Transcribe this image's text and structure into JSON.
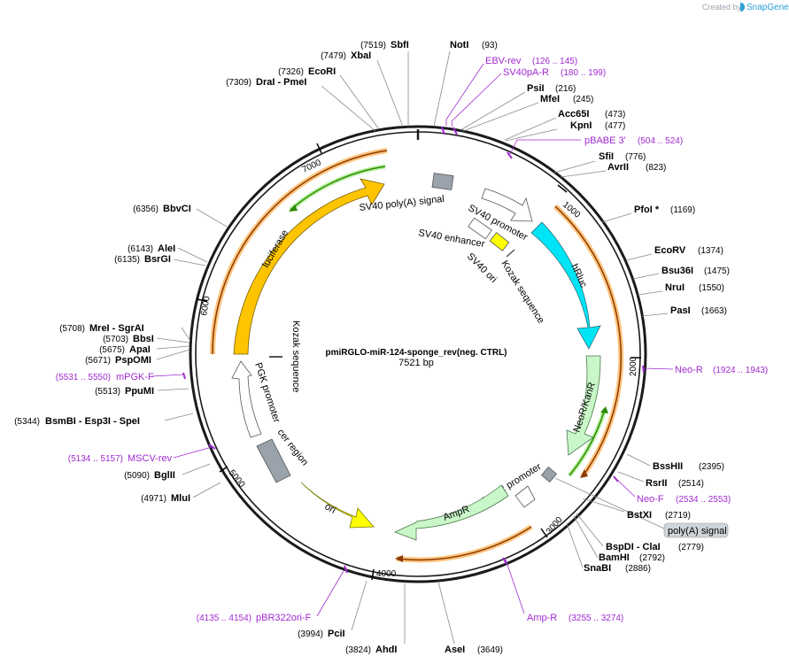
{
  "branding": {
    "created_by": "Created by",
    "logo_text": "SnapGene"
  },
  "plasmid": {
    "name": "pmiRGLO-miR-124-sponge_rev(neg. CTRL)",
    "length_label": "7521 bp"
  },
  "ticks": [
    "1000",
    "2000",
    "3000",
    "4000",
    "5000",
    "6000",
    "7000"
  ],
  "enzymes": [
    {
      "name": "SbfI",
      "pos": "(7519)"
    },
    {
      "name": "NotI",
      "pos": "(93)"
    },
    {
      "name": "XbaI",
      "pos": "(7479)"
    },
    {
      "name": "EcoRI",
      "pos": "(7326)"
    },
    {
      "name": "DraI - PmeI",
      "pos": "(7309)"
    },
    {
      "name": "PsiI",
      "pos": "(216)"
    },
    {
      "name": "MfeI",
      "pos": "(245)"
    },
    {
      "name": "Acc65I",
      "pos": "(473)"
    },
    {
      "name": "KpnI",
      "pos": "(477)"
    },
    {
      "name": "SfiI",
      "pos": "(776)"
    },
    {
      "name": "AvrII",
      "pos": "(823)"
    },
    {
      "name": "PfoI *",
      "pos": "(1169)"
    },
    {
      "name": "EcoRV",
      "pos": "(1374)"
    },
    {
      "name": "Bsu36I",
      "pos": "(1475)"
    },
    {
      "name": "NruI",
      "pos": "(1550)"
    },
    {
      "name": "PasI",
      "pos": "(1663)"
    },
    {
      "name": "BssHII",
      "pos": "(2395)"
    },
    {
      "name": "RsrII",
      "pos": "(2514)"
    },
    {
      "name": "BstXI",
      "pos": "(2719)"
    },
    {
      "name": "BspDI - ClaI",
      "pos": "(2779)"
    },
    {
      "name": "BamHI",
      "pos": "(2792)"
    },
    {
      "name": "SnaBI",
      "pos": "(2886)"
    },
    {
      "name": "AseI",
      "pos": "(3649)"
    },
    {
      "name": "AhdI",
      "pos": "(3824)"
    },
    {
      "name": "PciI",
      "pos": "(3994)"
    },
    {
      "name": "MluI",
      "pos": "(4971)"
    },
    {
      "name": "BglII",
      "pos": "(5090)"
    },
    {
      "name": "BsmBI - Esp3I - SpeI",
      "pos": "(5344)"
    },
    {
      "name": "PpuMI",
      "pos": "(5513)"
    },
    {
      "name": "PspOMI",
      "pos": "(5671)"
    },
    {
      "name": "ApaI",
      "pos": "(5675)"
    },
    {
      "name": "BbsI",
      "pos": "(5703)"
    },
    {
      "name": "MreI - SgrAI",
      "pos": "(5708)"
    },
    {
      "name": "BsrGI",
      "pos": "(6135)"
    },
    {
      "name": "AleI",
      "pos": "(6143)"
    },
    {
      "name": "BbvCI",
      "pos": "(6356)"
    }
  ],
  "primers": [
    {
      "name": "EBV-rev",
      "range": "(126 .. 145)"
    },
    {
      "name": "SV40pA-R",
      "range": "(180 .. 199)"
    },
    {
      "name": "pBABE 3'",
      "range": "(504 .. 524)"
    },
    {
      "name": "Neo-R",
      "range": "(1924 .. 1943)"
    },
    {
      "name": "Neo-F",
      "range": "(2534 .. 2553)"
    },
    {
      "name": "Amp-R",
      "range": "(3255 .. 3274)"
    },
    {
      "name": "pBR322ori-F",
      "range": "(4135 .. 4154)"
    },
    {
      "name": "MSCV-rev",
      "range": "(5134 .. 5157)"
    },
    {
      "name": "mPGK-F",
      "range": "(5531 .. 5550)"
    }
  ],
  "features": {
    "sv40_polya_signal": "SV40 poly(A) signal",
    "sv40_promoter": "SV40 promoter",
    "sv40_enhancer": "SV40 enhancer",
    "sv40_ori": "SV40 ori",
    "kozak_1": "Kozak sequence",
    "hrluc": "hRluc",
    "neor_kanr": "NeoR/KanR",
    "polya_signal": "poly(A) signal",
    "ampr_promoter": "AmpR promoter",
    "ampr": "AmpR",
    "ori": "ori",
    "cer_region": "cer region",
    "pgk_promoter": "PGK promoter",
    "kozak_2": "Kozak sequence",
    "luciferase": "luciferase"
  },
  "colors": {
    "backbone": "#1a1a1a",
    "luciferase": "#ffc400",
    "hrluc": "#00e5f5",
    "neor": "#c9f7c9",
    "ampr": "#c9f7c9",
    "ori": "#ffff00",
    "kozak": "#ffff00",
    "gray_feature": "#9aa2ab",
    "primer": "#a02bd0",
    "orf_orange": "#ffc680",
    "orf_brown": "#8b3a00",
    "orf_green": "#2f8a00"
  }
}
